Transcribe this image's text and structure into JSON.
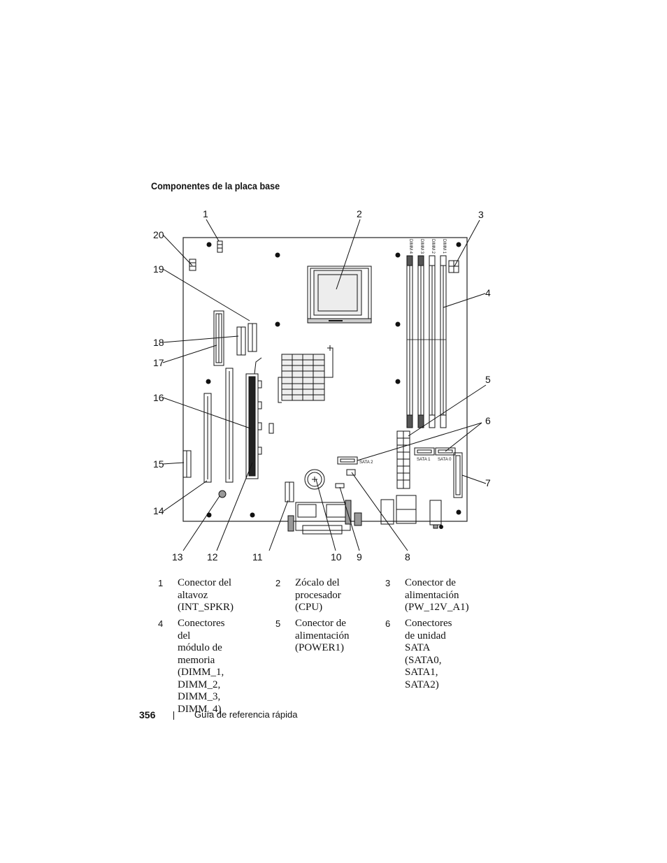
{
  "heading": "Componentes de la placa base",
  "callouts": [
    "1",
    "2",
    "3",
    "4",
    "5",
    "6",
    "7",
    "8",
    "9",
    "10",
    "11",
    "12",
    "13",
    "14",
    "15",
    "16",
    "17",
    "18",
    "19",
    "20"
  ],
  "board_labels": {
    "sata2": "SATA 2",
    "sata1": "SATA 1",
    "sata0": "SATA 0",
    "dimm4": "DIMM 4",
    "dimm3": "DIMM 3",
    "dimm2": "DIMM 2",
    "dimm1": "DIMM 1"
  },
  "legend": [
    {
      "num": "1",
      "text": [
        "Conector del altavoz",
        "(INT_SPKR)"
      ]
    },
    {
      "num": "2",
      "text": [
        "Zócalo del",
        "procesador (CPU)"
      ]
    },
    {
      "num": "3",
      "text": [
        "Conector de",
        "alimentación",
        "(PW_12V_A1)"
      ]
    },
    {
      "num": "4",
      "text": [
        "Conectores del",
        "módulo de memoria",
        "(DIMM_1, DIMM_2,",
        "DIMM_3, DIMM_4)"
      ]
    },
    {
      "num": "5",
      "text": [
        "Conector de",
        "alimentación",
        "(POWER1)"
      ]
    },
    {
      "num": "6",
      "text": [
        "Conectores de unidad",
        "SATA (SATA0,",
        "SATA1, SATA2)"
      ]
    }
  ],
  "footer": {
    "page_number": "356",
    "title": "Guía de referencia rápida"
  }
}
